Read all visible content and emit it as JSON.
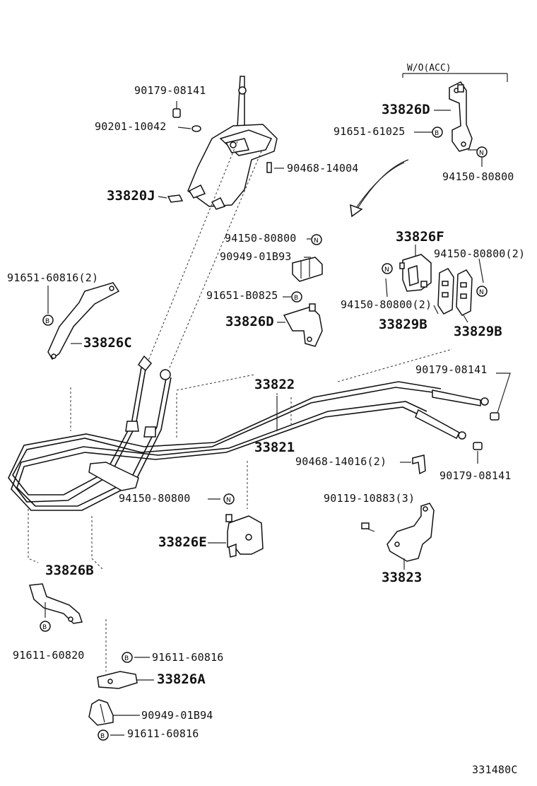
{
  "diagram": {
    "header": "W/O(ACC)",
    "code": "331480C",
    "symbols": {
      "b": "B",
      "n": "N"
    },
    "labels": [
      {
        "key": "p1",
        "text": "90179-08141",
        "size": "s"
      },
      {
        "key": "p2",
        "text": "90201-10042",
        "size": "s"
      },
      {
        "key": "p3",
        "text": "90468-14004",
        "size": "s"
      },
      {
        "key": "p4",
        "text": "33820J",
        "size": "b"
      },
      {
        "key": "p5",
        "text": "33826D",
        "size": "b"
      },
      {
        "key": "p6",
        "text": "91651-61025",
        "size": "s"
      },
      {
        "key": "p7",
        "text": "94150-80800",
        "size": "s"
      },
      {
        "key": "p8",
        "text": "94150-80800",
        "size": "s"
      },
      {
        "key": "p9",
        "text": "90949-01B93",
        "size": "s"
      },
      {
        "key": "p10",
        "text": "33826F",
        "size": "b"
      },
      {
        "key": "p11",
        "text": "94150-80800(2)",
        "size": "s"
      },
      {
        "key": "p12",
        "text": "91651-60816(2)",
        "size": "s"
      },
      {
        "key": "p13",
        "text": "91651-B0825",
        "size": "s"
      },
      {
        "key": "p14",
        "text": "94150-80800(2)",
        "size": "s"
      },
      {
        "key": "p15",
        "text": "33826D",
        "size": "b"
      },
      {
        "key": "p16",
        "text": "33829B",
        "size": "b"
      },
      {
        "key": "p17",
        "text": "33829B",
        "size": "b"
      },
      {
        "key": "p18",
        "text": "33826C",
        "size": "b"
      },
      {
        "key": "p19",
        "text": "90179-08141",
        "size": "s"
      },
      {
        "key": "p20",
        "text": "33822",
        "size": "b"
      },
      {
        "key": "p21",
        "text": "33821",
        "size": "b"
      },
      {
        "key": "p22",
        "text": "90468-14016(2)",
        "size": "s"
      },
      {
        "key": "p23",
        "text": "90179-08141",
        "size": "s"
      },
      {
        "key": "p24",
        "text": "94150-80800",
        "size": "s"
      },
      {
        "key": "p25",
        "text": "90119-10883(3)",
        "size": "s"
      },
      {
        "key": "p26",
        "text": "33826E",
        "size": "b"
      },
      {
        "key": "p27",
        "text": "33826B",
        "size": "b"
      },
      {
        "key": "p28",
        "text": "33823",
        "size": "b"
      },
      {
        "key": "p29",
        "text": "91611-60820",
        "size": "s"
      },
      {
        "key": "p30",
        "text": "91611-60816",
        "size": "s"
      },
      {
        "key": "p31",
        "text": "33826A",
        "size": "b"
      },
      {
        "key": "p32",
        "text": "90949-01B94",
        "size": "s"
      },
      {
        "key": "p33",
        "text": "91611-60816",
        "size": "s"
      }
    ]
  }
}
